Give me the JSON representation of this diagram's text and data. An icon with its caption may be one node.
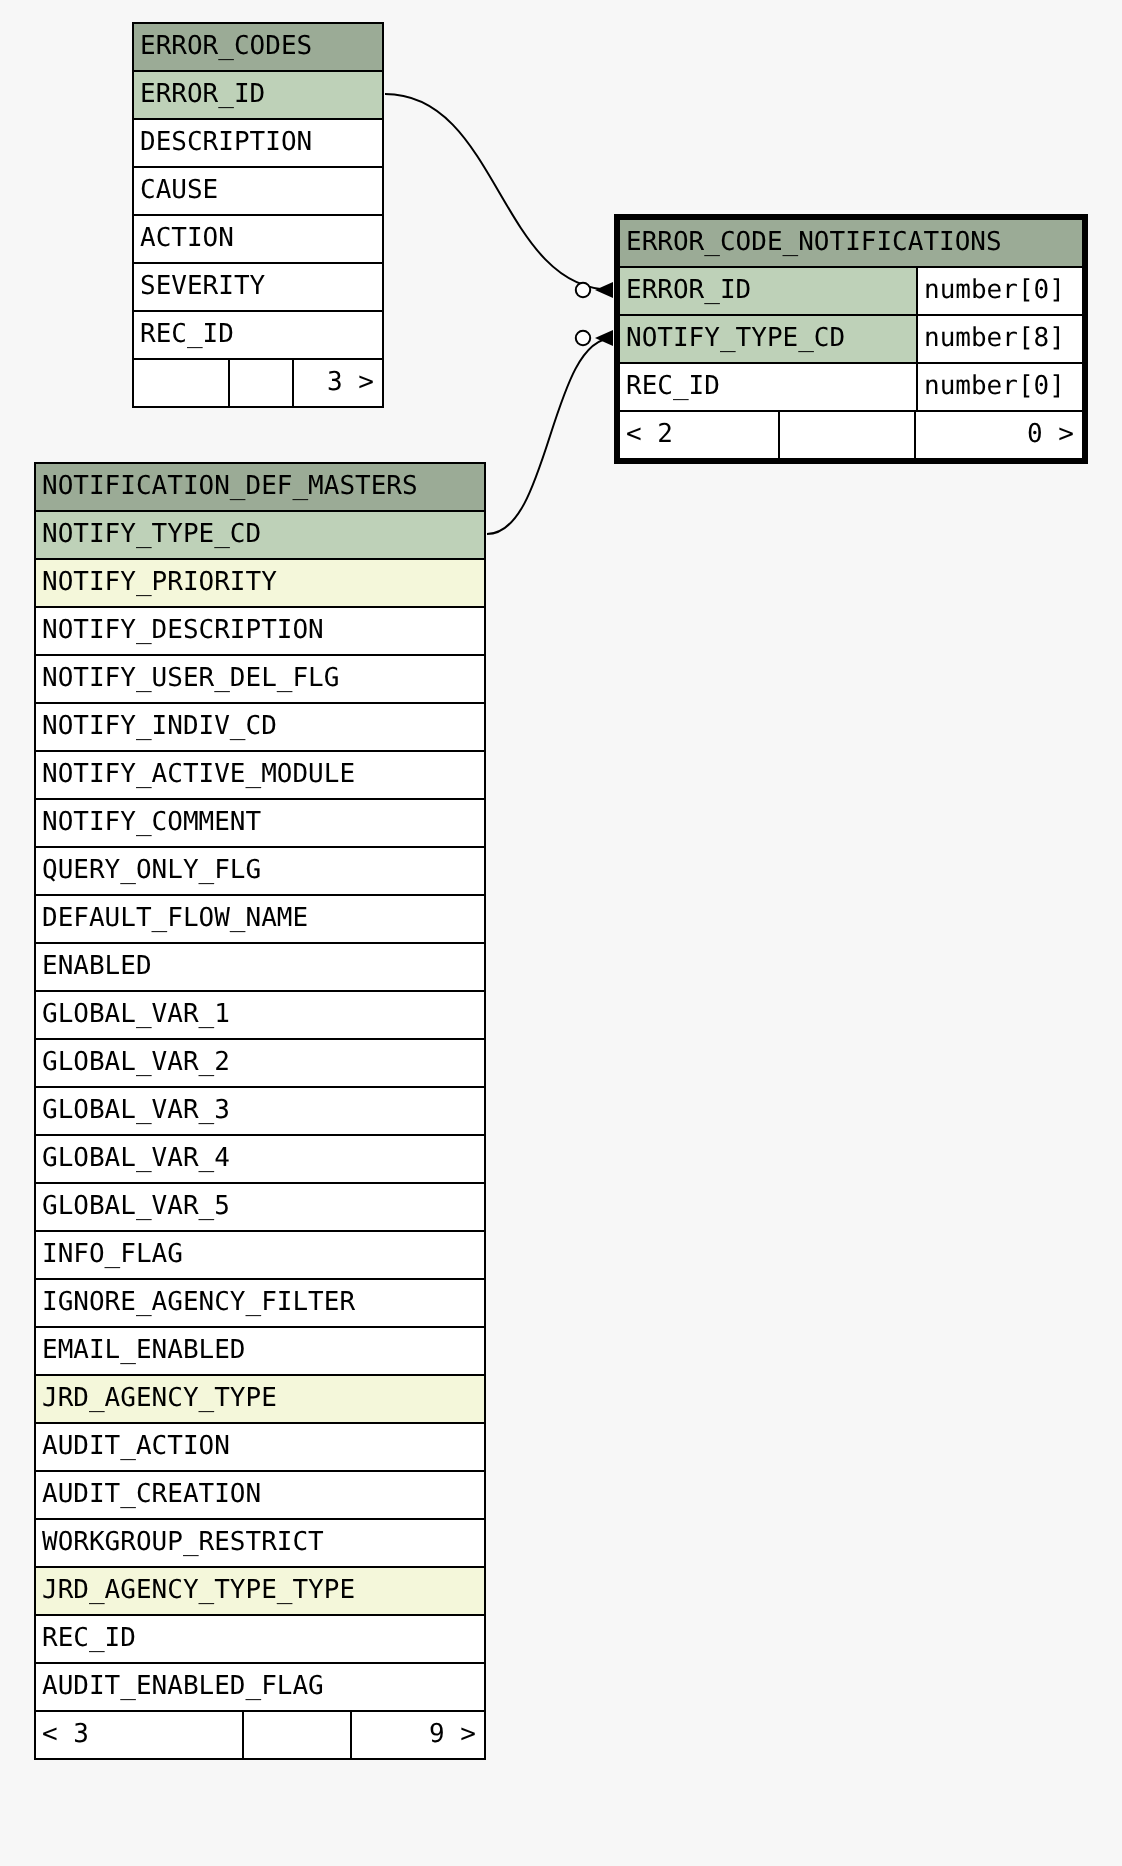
{
  "diagram": {
    "nodes": [
      {
        "text": [
          "ERROR_CODES"
        ]
      },
      {
        "text": [
          "ERROR_ID"
        ],
        "in": 0
      },
      {
        "text": [
          "DESCRIPTION"
        ],
        "in": 0
      },
      {
        "text": [
          "CAUSE"
        ],
        "in": 0
      },
      {
        "text": [
          "ACTION"
        ],
        "in": 0
      },
      {
        "text": [
          "SEVERITY"
        ],
        "in": 0
      },
      {
        "text": [
          "REC_ID"
        ],
        "in": 0
      },
      {
        "text": [
          "3 >"
        ],
        "in": 0
      },
      {
        "text": [
          "ERROR_CODE_NOTIFICATIONS"
        ]
      },
      {
        "text": [
          "ERROR_ID",
          "number[0]"
        ],
        "in": 8
      },
      {
        "text": [
          "NOTIFY_TYPE_CD",
          "number[8]"
        ],
        "in": 8
      },
      {
        "text": [
          "REC_ID",
          "number[0]"
        ],
        "in": 8
      },
      {
        "text": [
          "< 2",
          "0 >"
        ],
        "in": 8
      },
      {
        "text": [
          "NOTIFICATION_DEF_MASTERS"
        ]
      },
      {
        "text": [
          "NOTIFY_TYPE_CD"
        ],
        "in": 13
      },
      {
        "text": [
          "NOTIFY_PRIORITY"
        ],
        "in": 13
      },
      {
        "text": [
          "NOTIFY_DESCRIPTION"
        ],
        "in": 13
      },
      {
        "text": [
          "NOTIFY_USER_DEL_FLG"
        ],
        "in": 13
      },
      {
        "text": [
          "NOTIFY_INDIV_CD"
        ],
        "in": 13
      },
      {
        "text": [
          "NOTIFY_ACTIVE_MODULE"
        ],
        "in": 13
      },
      {
        "text": [
          "NOTIFY_COMMENT"
        ],
        "in": 13
      },
      {
        "text": [
          "QUERY_ONLY_FLG"
        ],
        "in": 13
      },
      {
        "text": [
          "DEFAULT_FLOW_NAME"
        ],
        "in": 13
      },
      {
        "text": [
          "ENABLED"
        ],
        "in": 13
      },
      {
        "text": [
          "GLOBAL_VAR_1"
        ],
        "in": 13
      },
      {
        "text": [
          "GLOBAL_VAR_2"
        ],
        "in": 13
      },
      {
        "text": [
          "GLOBAL_VAR_3"
        ],
        "in": 13
      },
      {
        "text": [
          "GLOBAL_VAR_4"
        ],
        "in": 13
      },
      {
        "text": [
          "GLOBAL_VAR_5"
        ],
        "in": 13
      },
      {
        "text": [
          "INFO_FLAG"
        ],
        "in": 13
      },
      {
        "text": [
          "IGNORE_AGENCY_FILTER"
        ],
        "in": 13
      },
      {
        "text": [
          "EMAIL_ENABLED"
        ],
        "in": 13
      },
      {
        "text": [
          "JRD_AGENCY_TYPE"
        ],
        "in": 13
      },
      {
        "text": [
          "AUDIT_ACTION"
        ],
        "in": 13
      },
      {
        "text": [
          "AUDIT_CREATION"
        ],
        "in": 13
      },
      {
        "text": [
          "WORKGROUP_RESTRICT"
        ],
        "in": 13
      },
      {
        "text": [
          "JRD_AGENCY_TYPE_TYPE"
        ],
        "in": 13
      },
      {
        "text": [
          "REC_ID"
        ],
        "in": 13
      },
      {
        "text": [
          "AUDIT_ENABLED_FLAG"
        ],
        "in": 13
      },
      {
        "text": [
          "< 3",
          "9 >"
        ],
        "in": 13
      }
    ],
    "edges": [
      {
        "from": 1,
        "to": 9,
        "arrow": "other"
      },
      {
        "from": 14,
        "to": 10,
        "arrow": "other"
      }
    ]
  }
}
